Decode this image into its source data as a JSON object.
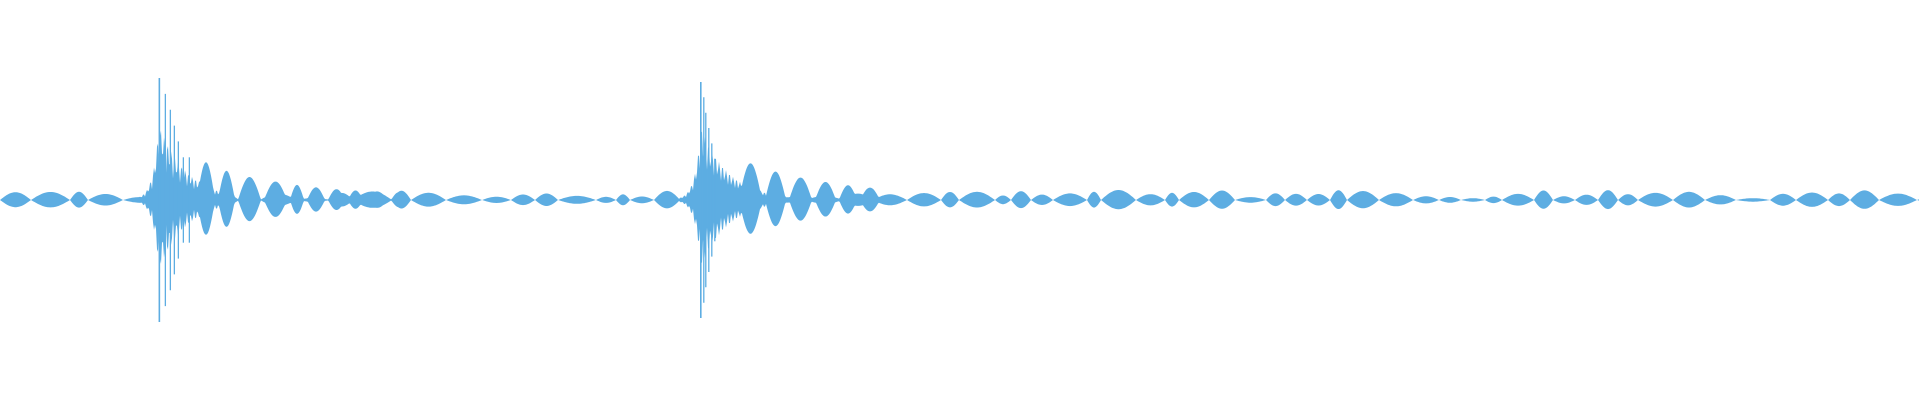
{
  "waveform": {
    "color": "#5DADE2",
    "background": "#FFFFFF",
    "bursts": [
      {
        "center": 0.083,
        "peak": 0.61
      },
      {
        "center": 0.365,
        "peak": 0.59
      }
    ]
  }
}
